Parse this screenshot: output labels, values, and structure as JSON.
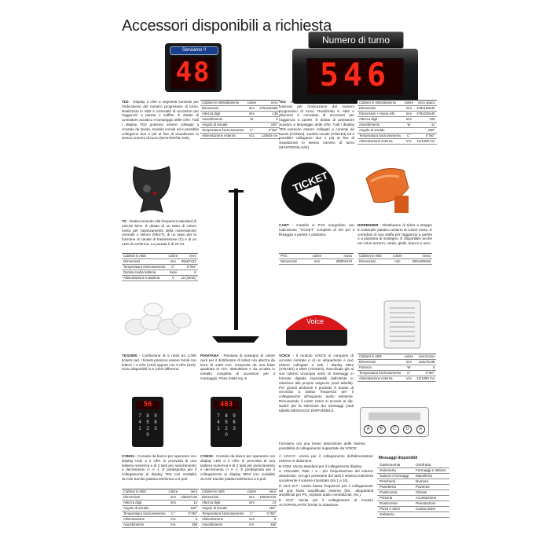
{
  "page_title": "Accessori disponibili a richiesta",
  "td2": {
    "display_label": "Serviamo !!",
    "digits": "48",
    "desc_name": "TD2",
    "desc": " - Display 2 cifre a segmenti luminosi per l'indicazione del numero progressivo di turno. Realizzato in ABS è corredato di accessori per l'aggancio a parete o soffitto. È dotato di avvisatore acustico e lampeggio delle cifre. Tutti i display TD2 possono essere collegati a console da tavolo, modulo vocale ed è possibile collegarne due o più al fine di visualizzare lo stesso numero di turno (MASTER/SLAVE).",
    "spec": [
      [
        "Cabinet in ABS/alluminio",
        "colore",
        "nero"
      ],
      [
        "Dimensioni",
        "mm",
        "275x240x55"
      ],
      [
        "Altezza digit",
        "mm",
        "135"
      ],
      [
        "Assorbimento",
        "W",
        "6"
      ],
      [
        "Angolo di visuale",
        "",
        "150°"
      ],
      [
        "Temperatura funzionamento",
        "C°",
        "0°/50°"
      ],
      [
        "Alimentazione esterna",
        "Vcc",
        "12/500 mA"
      ]
    ]
  },
  "td3": {
    "banner": "Numero di turno",
    "digits": "546",
    "desc_name": "TD3",
    "desc": " - Display elettronico 3 cifre a segmenti luminosi per l'indicazione del numero progressivo di turno. Realizzato in ABS e alluminio è corredato di accessori per l'aggancio a parete. È dotato di avvisatore acustico e lampeggio delle cifre. Tutti i display TD3 possono essere collegati a console da tavolo (CONS3), modulo vocale (VOICE3) ed è possibile collegarne due o più al fine di visualizzare lo stesso numero di turno (MASTER/SLAVE).",
    "spec": [
      [
        "Cabinet in ABS/alluminio",
        "colore",
        "nero opaco"
      ],
      [
        "Dimensioni",
        "mm",
        "478x158x40"
      ],
      [
        "Dimensioni + fascia info",
        "mm",
        "478x230x40"
      ],
      [
        "Altezza digit",
        "mm",
        "100"
      ],
      [
        "Assorbimento",
        "W",
        "12"
      ],
      [
        "Angolo di visuale",
        "",
        "150°"
      ],
      [
        "Temperatura funzionamento",
        "C°",
        "0°/50°"
      ],
      [
        "Alimentazione esterna",
        "Vcc",
        "12/1250 mA"
      ]
    ]
  },
  "tx": {
    "desc_name": "TX",
    "desc": " - Radiocomando alla frequenza standard di 433,92 MHz. È dotato di un tasto di colore rosso per l'avanzamento della numerazione normale o veloce (NEXT), di un tasto per la funzione di canale di trasmissione (C) e di un LED di conferma. La portata è di 20 mt.",
    "spec": [
      [
        "Cabinet in ABS",
        "colore",
        "nero"
      ],
      [
        "Dimensioni",
        "mm",
        "95x67x23"
      ],
      [
        "Temperatura funzionamento",
        "C°",
        "0°/50°"
      ],
      [
        "Durata media batteria",
        "mesi",
        "6"
      ],
      [
        "Alimentazione a batteria",
        "V",
        "12 (23AE)"
      ]
    ]
  },
  "cart": {
    "sign": "TICKET",
    "desc_name": "CART",
    "desc": " - Cartello in PVC serigrafato con indicazione \"TICKET\" completo di fori per il fissaggio a parete o piantana.",
    "spec": [
      [
        "PVC",
        "colore",
        "rosso"
      ],
      [
        "Dimensioni",
        "mm",
        "Ø300x210"
      ]
    ]
  },
  "dispenser": {
    "desc_name": "DISPENSER",
    "desc": " - Distributore di ticket a strappo in materiale plastico antiurto di colore rosso. È corredato di una staffa per l'aggancio a parete o a piantana di sostegno. È disponibile anche nei colori azzurro, verde, giallo, bianco e nero.",
    "spec": [
      [
        "Cabinet in ABS",
        "colore",
        "rosso"
      ],
      [
        "Dimensioni",
        "mm",
        "250x180x50"
      ]
    ]
  },
  "tks": {
    "desc_name": "TKS2000",
    "desc": " - Confezione di 5 rotoli da 2.000 tickets cad. I tickets possono essere forniti con lettere + 2 cifre (A23) oppure con 3 cifre (023). Sono disponibili in 5 colori differenti."
  },
  "piantana": {
    "desc_name": "PIANTANA",
    "desc": " - Piantana di sostegno di colore nero per il distributore di ticket con altezza da terra di 1300 mm. composta da una base quadrata di mm. 350x350x6 e da un'asta in metallo completa di accessori per il montaggio. Peso totale Kg. 8."
  },
  "voice": {
    "logo": "Voice",
    "desc_name": "VOICE",
    "desc": " - Il modulo VOICE si compone di un'unità centrale e di un altoparlante e può essere collegato a tutti i display MD2 (VOICE2) e MD3 (VOICE3). Racchiude già al suo interno un'ampia serie di messaggi in formato digitale impostabili dall'utente in relazione alle proprie esigenze (vedi tabella). Per grandi ambienti il prodotto è dotato di un'uscita a bassa frequenza per il collegamento all'impianto audio esistente. Rimuovendo il carter rosso si accede al dip-switch per la selezione dei messaggi (vedi tabella MESSAGGI DISPONIBILI).",
    "spec": [
      [
        "Cabinet in ABS",
        "colore",
        "nero/rosso"
      ],
      [
        "Dimensioni",
        "mm",
        "115x75x48"
      ],
      [
        "Potenza",
        "W",
        "6"
      ],
      [
        "Temperatura funzionamento",
        "C°",
        "0°/50°"
      ],
      [
        "Alimentazione esterna",
        "Vcc",
        "12/1250 mA"
      ]
    ],
    "connectors": [
      "A",
      "B",
      "C",
      "D",
      "E"
    ],
    "desc2": "Forniamo ora una breve descrizione delle diverse possibilità di collegamento supportate da VOICE:",
    "list": [
      "A   12VCC: Uscita per il collegamento dell'alimentatore esterno in dotazione.",
      "B   COM: Uscita standard per il collegamento display.",
      "C   VOLUME: Tasti + e - per l'impostazione del volume desiderato. Ad ogni pressione dei tasti il sistema indicherà vocalmente il volume impostato (da 1 a 10).",
      "D   OUT B.F.: Uscita bassa frequenza per il collegamento ad una fonte amplificata esterna (Es.: altoparlanti amplificati per PC, impianti audio centralizzati, etc.).",
      "E   OUT: Uscita per il collegamento al modulo ALTOPARLANTE fornito in dotazione."
    ]
  },
  "cons2": {
    "lcd": "56",
    "keys": [
      "7",
      "8",
      "9",
      "4",
      "5",
      "6",
      "1",
      "2",
      "3",
      "",
      "0",
      ""
    ],
    "desc_name": "CONS2",
    "desc": " - Console da banco per operatore con display LED a 2 cifre. È provvista di una tastiera numerica e di 2 tasti per avanzamento e decremento (+ e -). È predisposta per il collegamento ai display TD2 con modalità SLAVE tramite piattina telefonica a 6 poli.",
    "spec": [
      [
        "Cabinet in ABS",
        "colore",
        "nero"
      ],
      [
        "Dimensioni",
        "mm",
        "105x87x32"
      ],
      [
        "Altezza digit",
        "mm",
        "14"
      ],
      [
        "Angolo di visuale",
        "",
        "150°"
      ],
      [
        "Temperatura funzionamento",
        "C°",
        "0°/50°"
      ],
      [
        "Alimentazione",
        "Vcc",
        "5"
      ],
      [
        "Assorbimento",
        "mA",
        "250"
      ]
    ]
  },
  "cons3": {
    "lcd": "483",
    "keys": [
      "7",
      "8",
      "9",
      "4",
      "5",
      "6",
      "1",
      "2",
      "3",
      "",
      "0",
      ""
    ],
    "desc_name": "CONS3",
    "desc": " - Console da banco per operatore con display LED a 3 cifre. È provvista di una tastiera numerica e di 2 tasti per avanzamento e decremento (+ e -). È predisposta per il collegamento ai display MD3 con modalità SLAVE tramite piattina telefonica a 6 poli.",
    "spec": [
      [
        "Cabinet in ABS",
        "colore",
        "nero"
      ],
      [
        "Dimensioni",
        "mm",
        "105x87x32"
      ],
      [
        "Altezza digit",
        "mm",
        "14"
      ],
      [
        "Angolo di visuale",
        "",
        "150°"
      ],
      [
        "Temperatura funzionamento",
        "C°",
        "0°/50°"
      ],
      [
        "Alimentazione",
        "Vcc",
        "5"
      ],
      [
        "Assorbimento",
        "mA",
        "250"
      ]
    ]
  },
  "messaggi": {
    "title": "Messaggi disponibili",
    "rows": [
      [
        "Gastronomia",
        "Ortofrutta"
      ],
      [
        "Salumeria",
        "Formaggi e latticini"
      ],
      [
        "Salumi e formaggi",
        "Macelleria"
      ],
      [
        "Pescheria",
        "Numero"
      ],
      [
        "Panetteria",
        "Paziente"
      ],
      [
        "Pasticceria",
        "Cliente"
      ],
      [
        "Pizzeria",
        "Accettazione"
      ],
      [
        "Rosticceria",
        "Prenotazioni"
      ],
      [
        "Pizza e dolci",
        "Cassa ticket"
      ],
      [
        "Gelateria",
        ""
      ]
    ]
  }
}
